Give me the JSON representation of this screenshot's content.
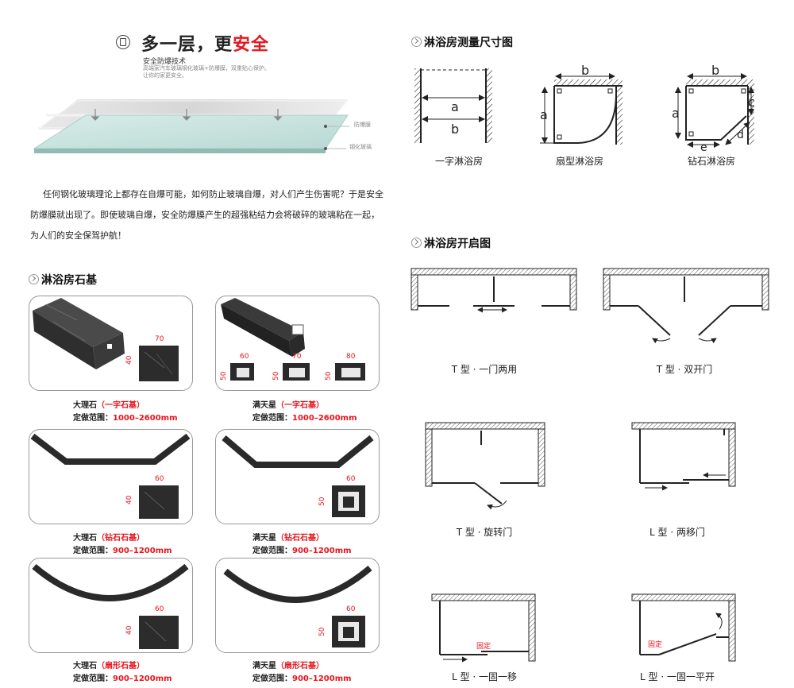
{
  "left": {
    "title_a": "多一层，更",
    "title_b": "安全",
    "subtitle": "安全防爆技术",
    "note_1": "高端家汽车玻璃钢化玻璃+防爆膜，双重贴心保护。",
    "note_2": "让你的家更安全。",
    "layer_1": "防爆膜",
    "layer_2": "钢化玻璃",
    "paragraph": "任何钢化玻璃理论上都存在自爆可能，如何防止玻璃自爆，对人们产生伤害呢？于是安全防爆膜就出现了。即使玻璃自爆，安全防爆膜产生的超强粘结力会将破碎的玻璃粘在一起，为人们的安全保驾护航！",
    "section": "淋浴房石基",
    "range_prefix": "定做范围：",
    "cards": [
      {
        "name": "大理石",
        "type": "（一字石基）",
        "range": "1000–2600mm",
        "dims": [
          "70",
          "40"
        ]
      },
      {
        "name": "满天星",
        "type": "（一字石基）",
        "range": "1000–2600mm",
        "dims": [
          "60",
          "70",
          "80",
          "50",
          "50",
          "50"
        ]
      },
      {
        "name": "大理石",
        "type": "（钻石石基）",
        "range": "900–1200mm",
        "dims": [
          "60",
          "40"
        ]
      },
      {
        "name": "满天星",
        "type": "（钻石石基）",
        "range": "900–1200mm",
        "dims": [
          "60",
          "50"
        ]
      },
      {
        "name": "大理石",
        "type": "（扇形石基）",
        "range": "900–1200mm",
        "dims": [
          "60",
          "40"
        ]
      },
      {
        "name": "满天星",
        "type": "（扇形石基）",
        "range": "900–1200mm",
        "dims": [
          "60",
          "50"
        ]
      }
    ]
  },
  "right": {
    "measure_title": "淋浴房测量尺寸图",
    "measure": [
      {
        "label": "一字淋浴房"
      },
      {
        "label": "扇型淋浴房"
      },
      {
        "label": "钻石淋浴房"
      }
    ],
    "letters": {
      "a": "a",
      "b": "b",
      "c": "c",
      "d": "d",
      "e": "e"
    },
    "open_title": "淋浴房开启图",
    "doors": [
      {
        "label": "T 型 · 一门两用"
      },
      {
        "label": "T 型 · 双开门"
      },
      {
        "label": "T 型 · 旋转门"
      },
      {
        "label": "L 型 · 两移门"
      },
      {
        "label": "L 型 · 一固一移"
      },
      {
        "label": "L 型 · 一固一平开"
      }
    ],
    "fixed": "固定"
  }
}
